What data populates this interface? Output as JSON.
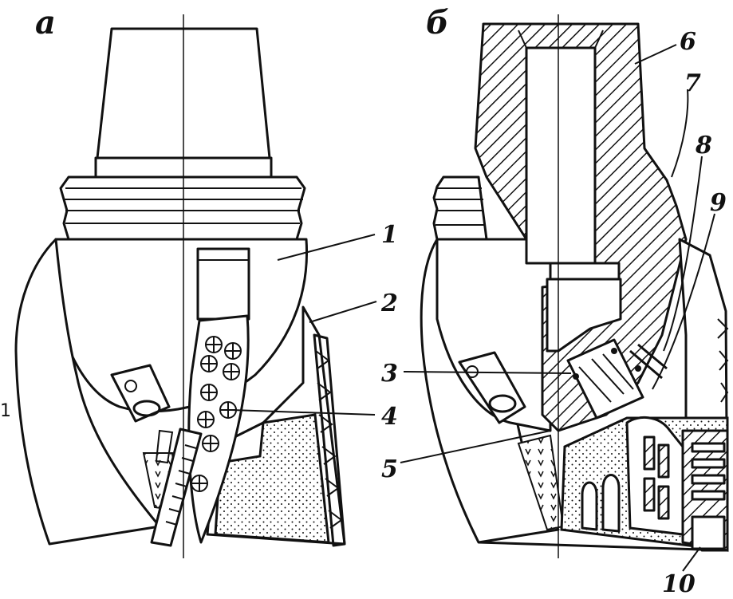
{
  "panels": {
    "a": "а",
    "b": "б"
  },
  "labels": {
    "l1": "1",
    "l2": "2",
    "l3": "3",
    "l4": "4",
    "l5": "5",
    "l6": "6",
    "l7": "7",
    "l8": "8",
    "l9": "9",
    "l10": "10",
    "edge": "1"
  }
}
